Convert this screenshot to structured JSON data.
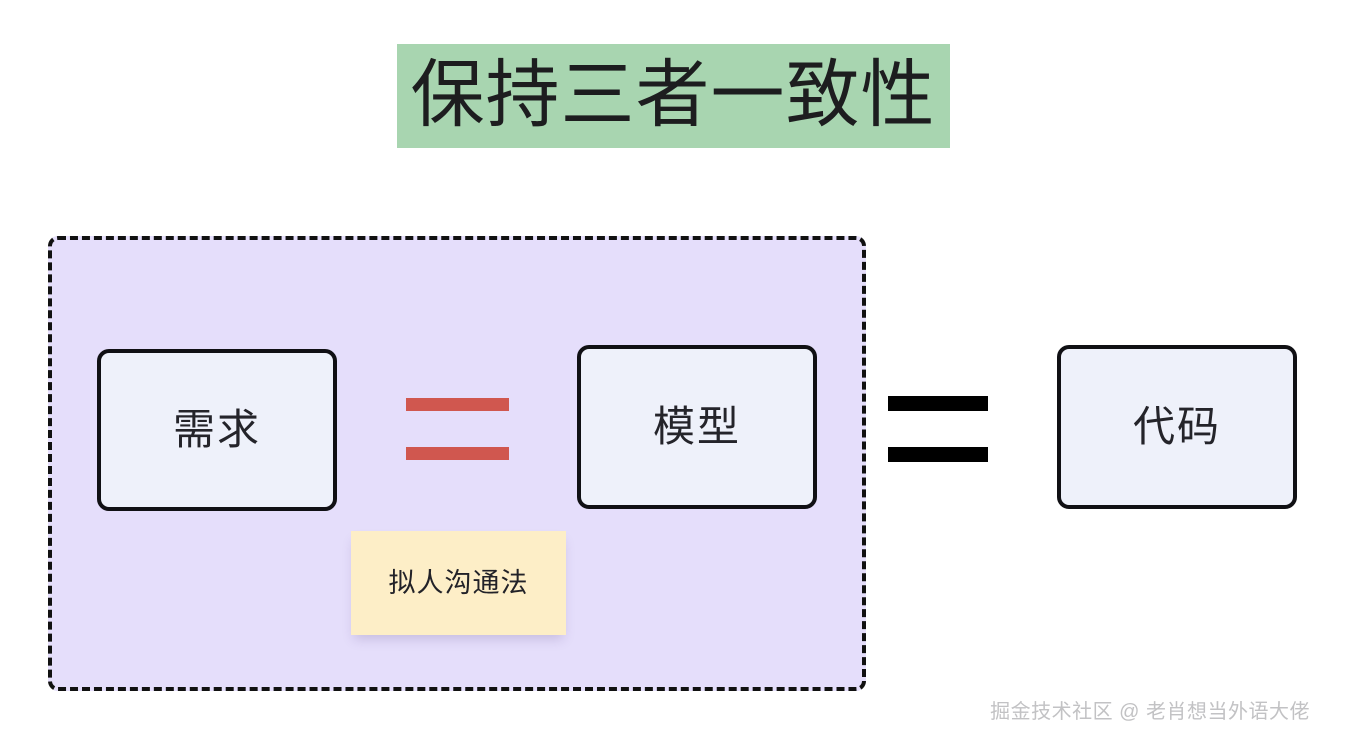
{
  "title": {
    "text": "保持三者一致性",
    "highlight_color": "#a8d5b0"
  },
  "region": {
    "name": "consistency-scope",
    "fill_color": "#e5defb",
    "border_style": "dashed",
    "border_color": "#111111"
  },
  "boxes": [
    {
      "id": "requirement",
      "label": "需求",
      "fill_color": "#eef1fa",
      "border_color": "#101014"
    },
    {
      "id": "model",
      "label": "模型",
      "fill_color": "#eef1fa",
      "border_color": "#101014"
    },
    {
      "id": "code",
      "label": "代码",
      "fill_color": "#eef1fa",
      "border_color": "#101014"
    }
  ],
  "operators": [
    {
      "id": "requirement-model-equals",
      "symbol": "=",
      "color": "#d0574f"
    },
    {
      "id": "model-code-equals",
      "symbol": "=",
      "color": "#000000"
    }
  ],
  "note": {
    "label": "拟人沟通法",
    "fill_color": "#fdeec7"
  },
  "watermark": {
    "text": "掘金技术社区 @ 老肖想当外语大佬"
  }
}
